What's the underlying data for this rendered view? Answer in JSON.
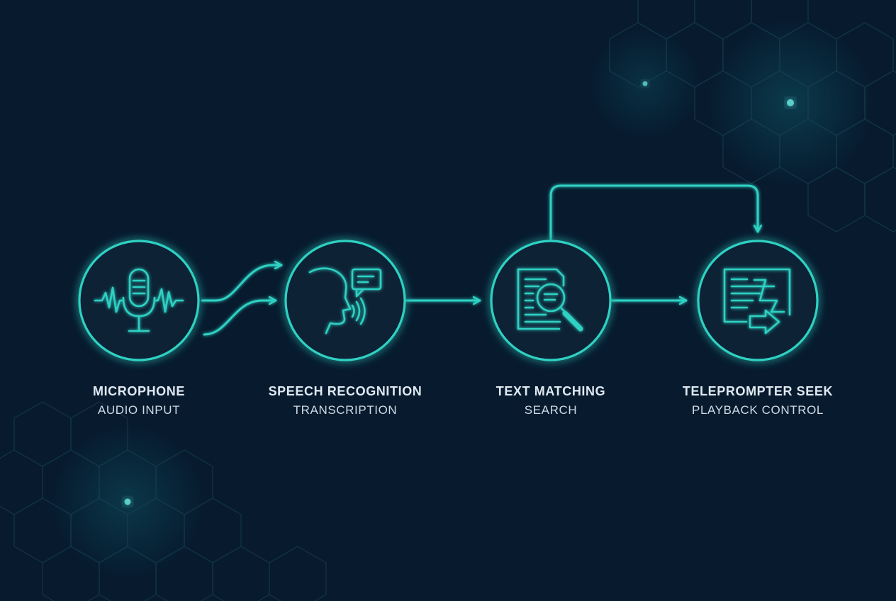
{
  "colors": {
    "background": "#071a2e",
    "accent": "#2fd1c3",
    "glow": "#1bbcb8",
    "text": "#dfe9f1"
  },
  "steps": [
    {
      "title": "MICROPHONE",
      "subtitle": "AUDIO INPUT",
      "icon": "microphone-icon"
    },
    {
      "title": "SPEECH RECOGNITION",
      "subtitle": "TRANSCRIPTION",
      "icon": "speaking-head-icon"
    },
    {
      "title": "TEXT MATCHING",
      "subtitle": "SEARCH",
      "icon": "document-search-icon"
    },
    {
      "title": "TELEPROMPTER SEEK",
      "subtitle": "PLAYBACK CONTROL",
      "icon": "teleprompter-seek-icon"
    }
  ]
}
